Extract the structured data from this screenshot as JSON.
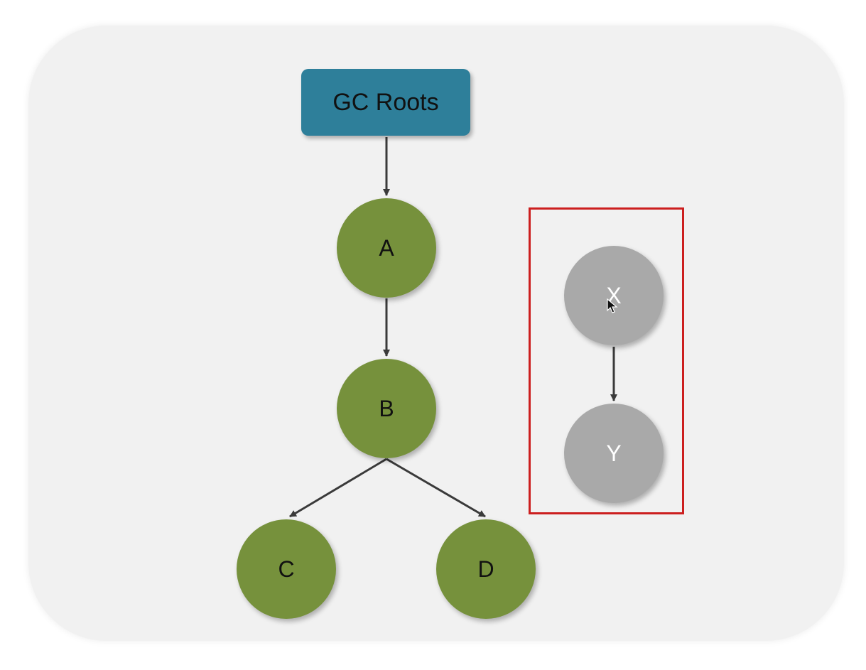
{
  "diagram": {
    "root": {
      "label": "GC Roots",
      "color": "#2e7f9a"
    },
    "reachable_nodes": [
      {
        "id": "A",
        "label": "A"
      },
      {
        "id": "B",
        "label": "B"
      },
      {
        "id": "C",
        "label": "C"
      },
      {
        "id": "D",
        "label": "D"
      }
    ],
    "unreachable_nodes": [
      {
        "id": "X",
        "label": "X"
      },
      {
        "id": "Y",
        "label": "Y"
      }
    ],
    "edges": [
      {
        "from": "GC Roots",
        "to": "A"
      },
      {
        "from": "A",
        "to": "B"
      },
      {
        "from": "B",
        "to": "C"
      },
      {
        "from": "B",
        "to": "D"
      },
      {
        "from": "X",
        "to": "Y"
      }
    ],
    "colors": {
      "reachable": "#76913c",
      "unreachable": "#a9a9a9",
      "highlight_border": "#cc1f1f",
      "arrow": "#3a3a3a"
    }
  }
}
